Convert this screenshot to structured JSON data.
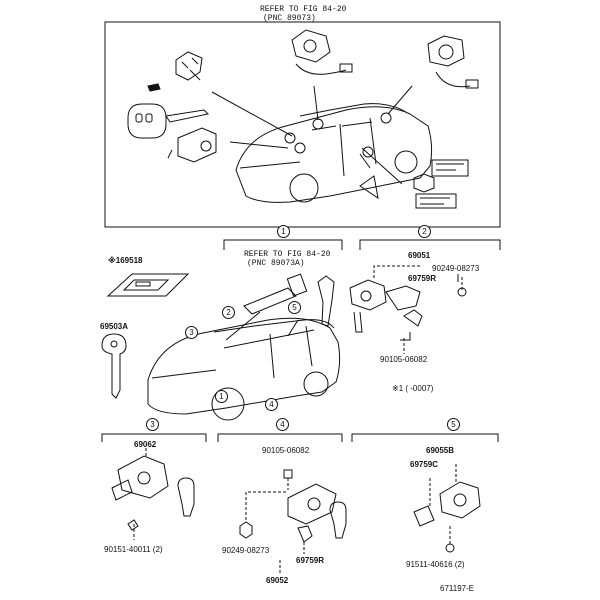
{
  "top_panel": {
    "refer_line1": "REFER TO FIG 84-20",
    "refer_line2": "(PNC 89073)"
  },
  "panel_1": {
    "label": "1",
    "refer_line1": "REFER TO FIG 84-20",
    "refer_line2": "(PNC 89073A)"
  },
  "panel_2": {
    "label": "2",
    "part_main": "69051",
    "part_a": "90249-08273",
    "part_b": "69759R",
    "part_c": "90105-06082",
    "note": "※1 (      -0007)"
  },
  "left_parts": {
    "part_plate": "※169518",
    "part_key": "69503A"
  },
  "car_callouts": [
    "1",
    "2",
    "3",
    "4",
    "5"
  ],
  "panel_3": {
    "label": "3",
    "part_main": "69062",
    "part_screw": "90151-40011 (2)"
  },
  "panel_4": {
    "label": "4",
    "part_top": "90105-06082",
    "part_bolt": "90249-08273",
    "part_rod": "69759R",
    "part_main": "69052"
  },
  "panel_5": {
    "label": "5",
    "part_main": "69055B",
    "part_rod": "69759C",
    "part_screw": "91511-40616 (2)"
  },
  "figure_id": "671197-E"
}
